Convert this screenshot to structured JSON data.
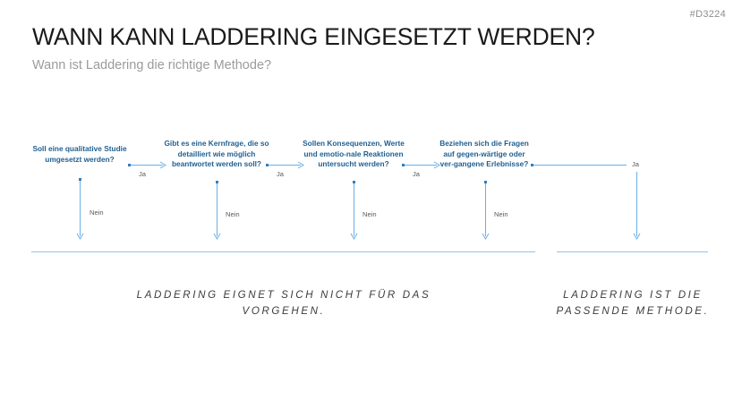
{
  "header": {
    "doc_code": "#D3224",
    "title": "WANN KANN LADDERING EINGESETZT WERDEN?",
    "subtitle": "Wann ist Laddering die richtige Methode?"
  },
  "colors": {
    "node_text": "#1f5f91",
    "connector": "#6aafe6",
    "dot": "#2f7fc4",
    "divider": "#8fc4ec",
    "edge_label": "#595959",
    "title": "#1a1a1a",
    "subtitle": "#9b9b9b"
  },
  "flow": {
    "nodes": [
      {
        "id": "node-1",
        "text": "Soll eine qualitative Studie umgesetzt werden?"
      },
      {
        "id": "node-2",
        "text": "Gibt es eine Kernfrage, die so detailliert wie möglich beantwortet werden soll?"
      },
      {
        "id": "node-3",
        "text": "Sollen Konsequenzen, Werte und emotio-nale Reaktionen untersucht werden?"
      },
      {
        "id": "node-4",
        "text": "Beziehen sich die Fragen auf gegen-wärtige oder ver-gangene Erlebnisse?"
      }
    ],
    "yes_label": "Ja",
    "no_label": "Nein",
    "edges": {
      "yes_1": "Ja",
      "yes_2": "Ja",
      "yes_3": "Ja",
      "yes_4": "Ja",
      "no_1": "Nein",
      "no_2": "Nein",
      "no_3": "Nein",
      "no_4": "Nein"
    }
  },
  "results": {
    "negative": "LADDERING EIGNET SICH NICHT FÜR DAS VORGEHEN.",
    "positive": "LADDERING IST DIE PASSENDE METHODE."
  }
}
